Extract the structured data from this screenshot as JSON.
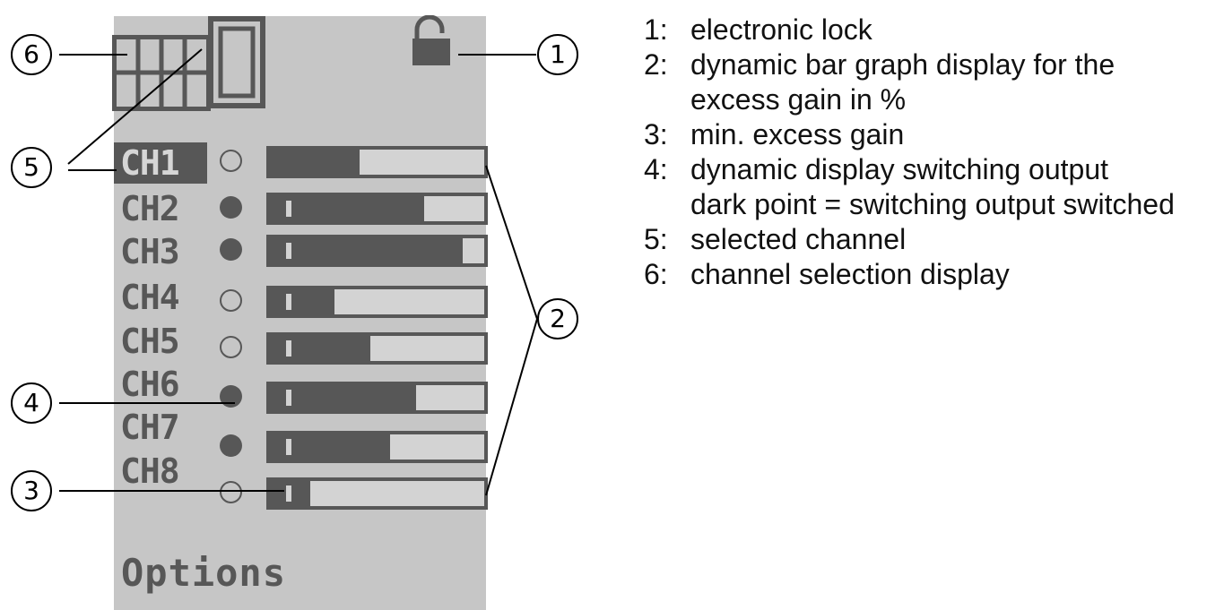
{
  "colors": {
    "screen": "#c6c6c6",
    "dark": "#575757",
    "bar_background": "#d3d3d3"
  },
  "lock_icon": "unlocked-padlock-icon",
  "grid_icon": "channel-grid-icon",
  "channels": [
    {
      "label": "CH1",
      "selected": true,
      "output_switched": false,
      "excess_gain_fraction": 0.42,
      "has_min_marker": false
    },
    {
      "label": "CH2",
      "selected": false,
      "output_switched": true,
      "excess_gain_fraction": 0.72,
      "has_min_marker": true
    },
    {
      "label": "CH3",
      "selected": false,
      "output_switched": true,
      "excess_gain_fraction": 0.9,
      "has_min_marker": true
    },
    {
      "label": "CH4",
      "selected": false,
      "output_switched": false,
      "excess_gain_fraction": 0.3,
      "has_min_marker": true
    },
    {
      "label": "CH5",
      "selected": false,
      "output_switched": false,
      "excess_gain_fraction": 0.47,
      "has_min_marker": true
    },
    {
      "label": "CH6",
      "selected": false,
      "output_switched": true,
      "excess_gain_fraction": 0.68,
      "has_min_marker": true
    },
    {
      "label": "CH7",
      "selected": false,
      "output_switched": true,
      "excess_gain_fraction": 0.56,
      "has_min_marker": true
    },
    {
      "label": "CH8",
      "selected": false,
      "output_switched": false,
      "excess_gain_fraction": 0.19,
      "has_min_marker": true
    }
  ],
  "options_label": "Options",
  "callouts": [
    "1",
    "2",
    "3",
    "4",
    "5",
    "6"
  ],
  "legend": [
    {
      "num": "1:",
      "lines": [
        "electronic lock"
      ]
    },
    {
      "num": "2:",
      "lines": [
        "dynamic bar graph display for the",
        "excess gain in %"
      ]
    },
    {
      "num": "3:",
      "lines": [
        "min. excess gain"
      ]
    },
    {
      "num": "4:",
      "lines": [
        "dynamic display switching output",
        "dark point = switching output switched"
      ]
    },
    {
      "num": "5:",
      "lines": [
        "selected channel"
      ]
    },
    {
      "num": "6:",
      "lines": [
        "channel selection display"
      ]
    }
  ]
}
